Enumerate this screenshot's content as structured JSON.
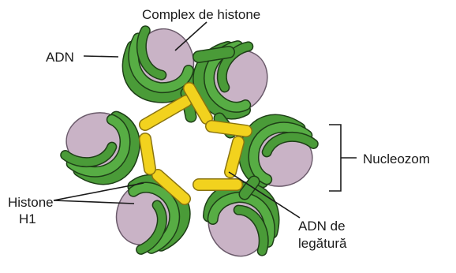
{
  "labels": {
    "histone_complex": "Complex de histone",
    "dna": "ADN",
    "nucleosome": "Nucleozom",
    "histone_h1_line1": "Histone",
    "histone_h1_line2": "H1",
    "linker_dna_line1": "ADN de",
    "linker_dna_line2": "legătură"
  },
  "colors": {
    "dna_strand": "#4a9b38",
    "dna_outline": "#1e3f17",
    "histone_core": "#c9b3c6",
    "histone_outline": "#6a5a6a",
    "histone_h1": "#f2d21e",
    "h1_outline": "#8a7410",
    "label_lines": "#1a1a1a"
  }
}
